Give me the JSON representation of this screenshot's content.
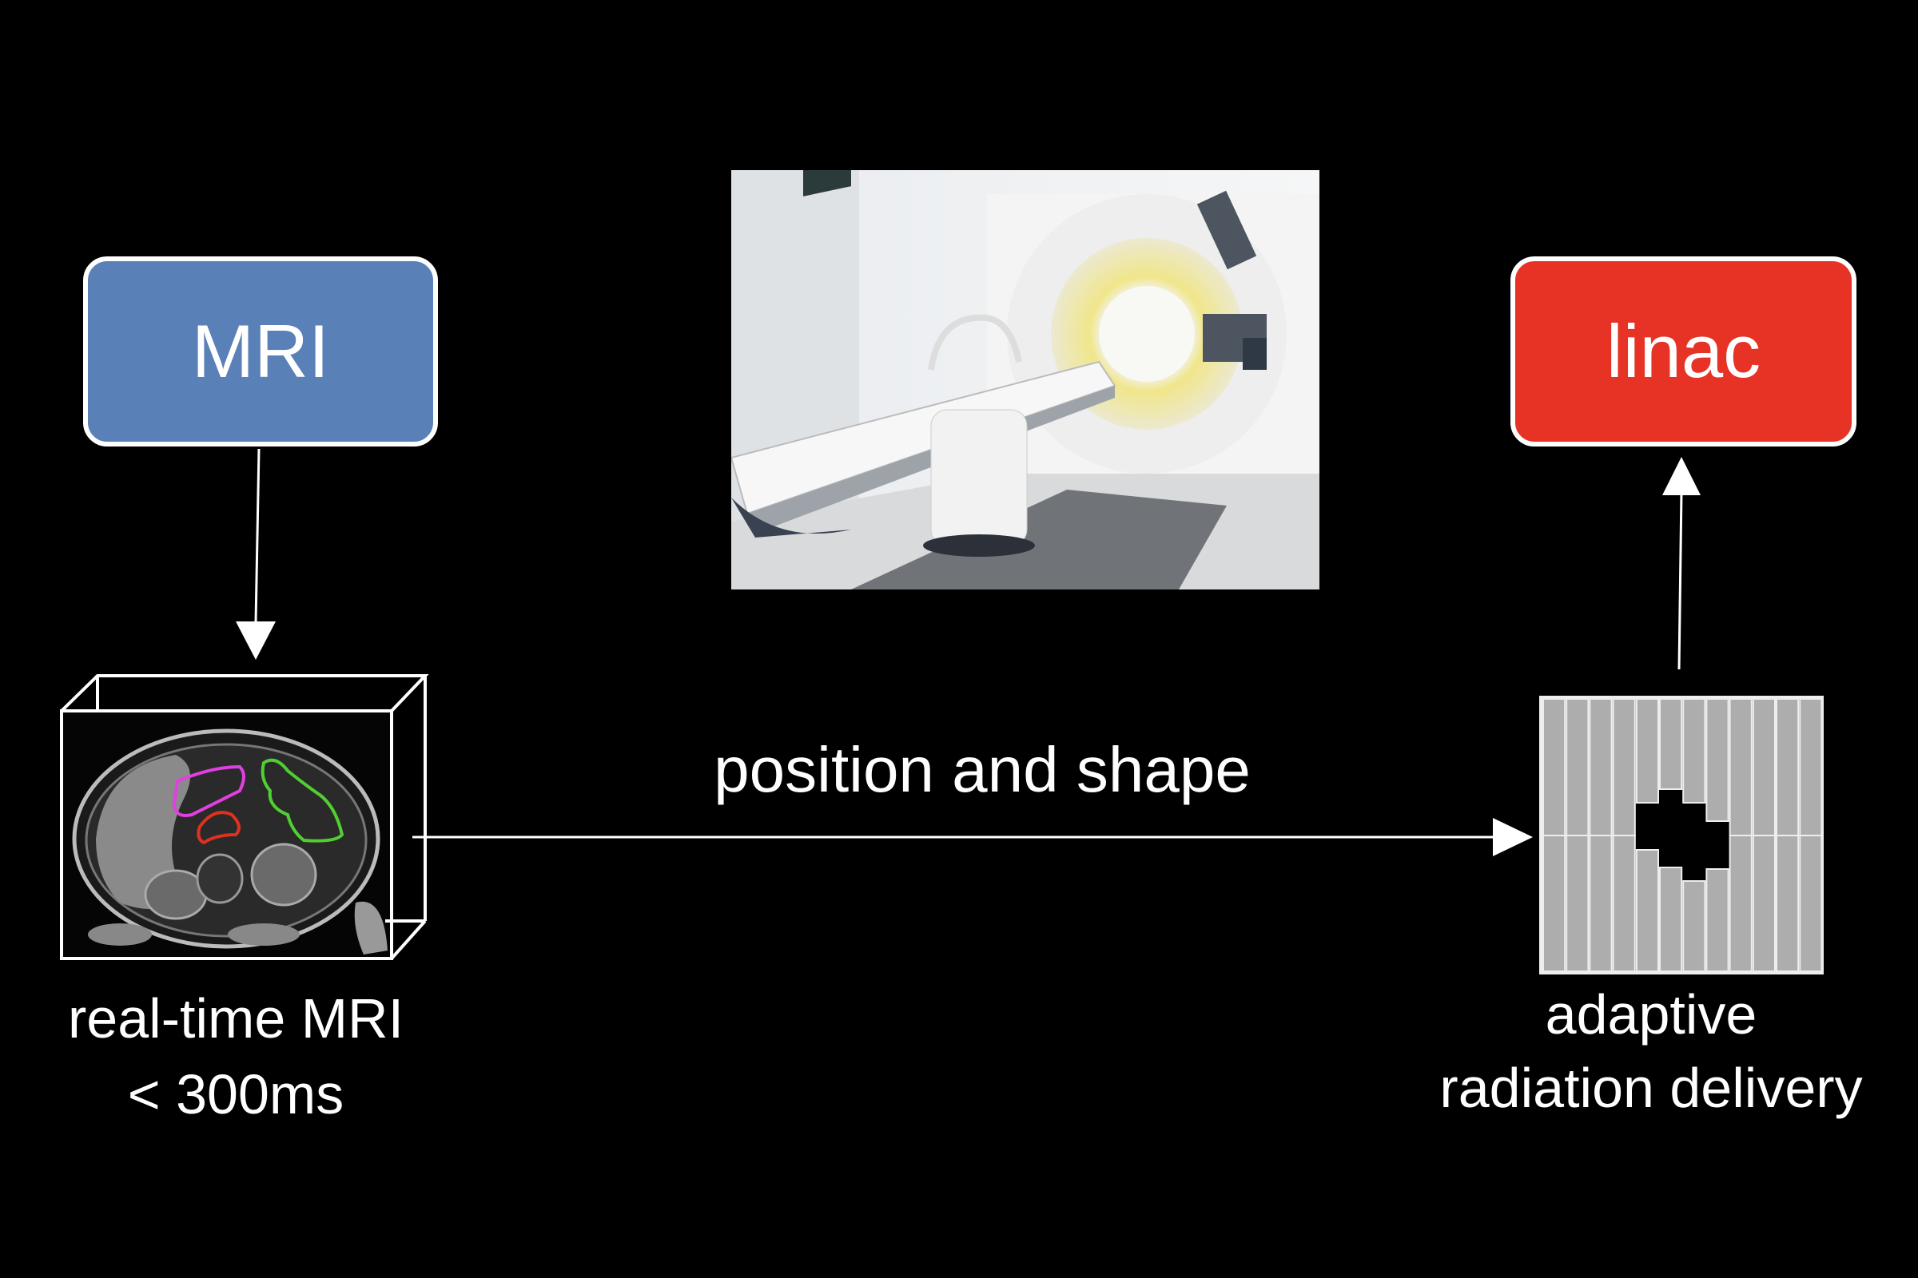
{
  "boxes": {
    "mri": "MRI",
    "linac": "linac"
  },
  "labels": {
    "arrow": "position and shape",
    "mri_caption_1": "real-time MRI",
    "mri_caption_2": "< 300ms",
    "delivery_caption_1": "adaptive",
    "delivery_caption_2": "radiation delivery"
  },
  "colors": {
    "mri": "#5a80b8",
    "linac": "#e63326",
    "contour_1": "#e040e0",
    "contour_2": "#e03020",
    "contour_3": "#50d030",
    "leaf": "#adadad"
  }
}
